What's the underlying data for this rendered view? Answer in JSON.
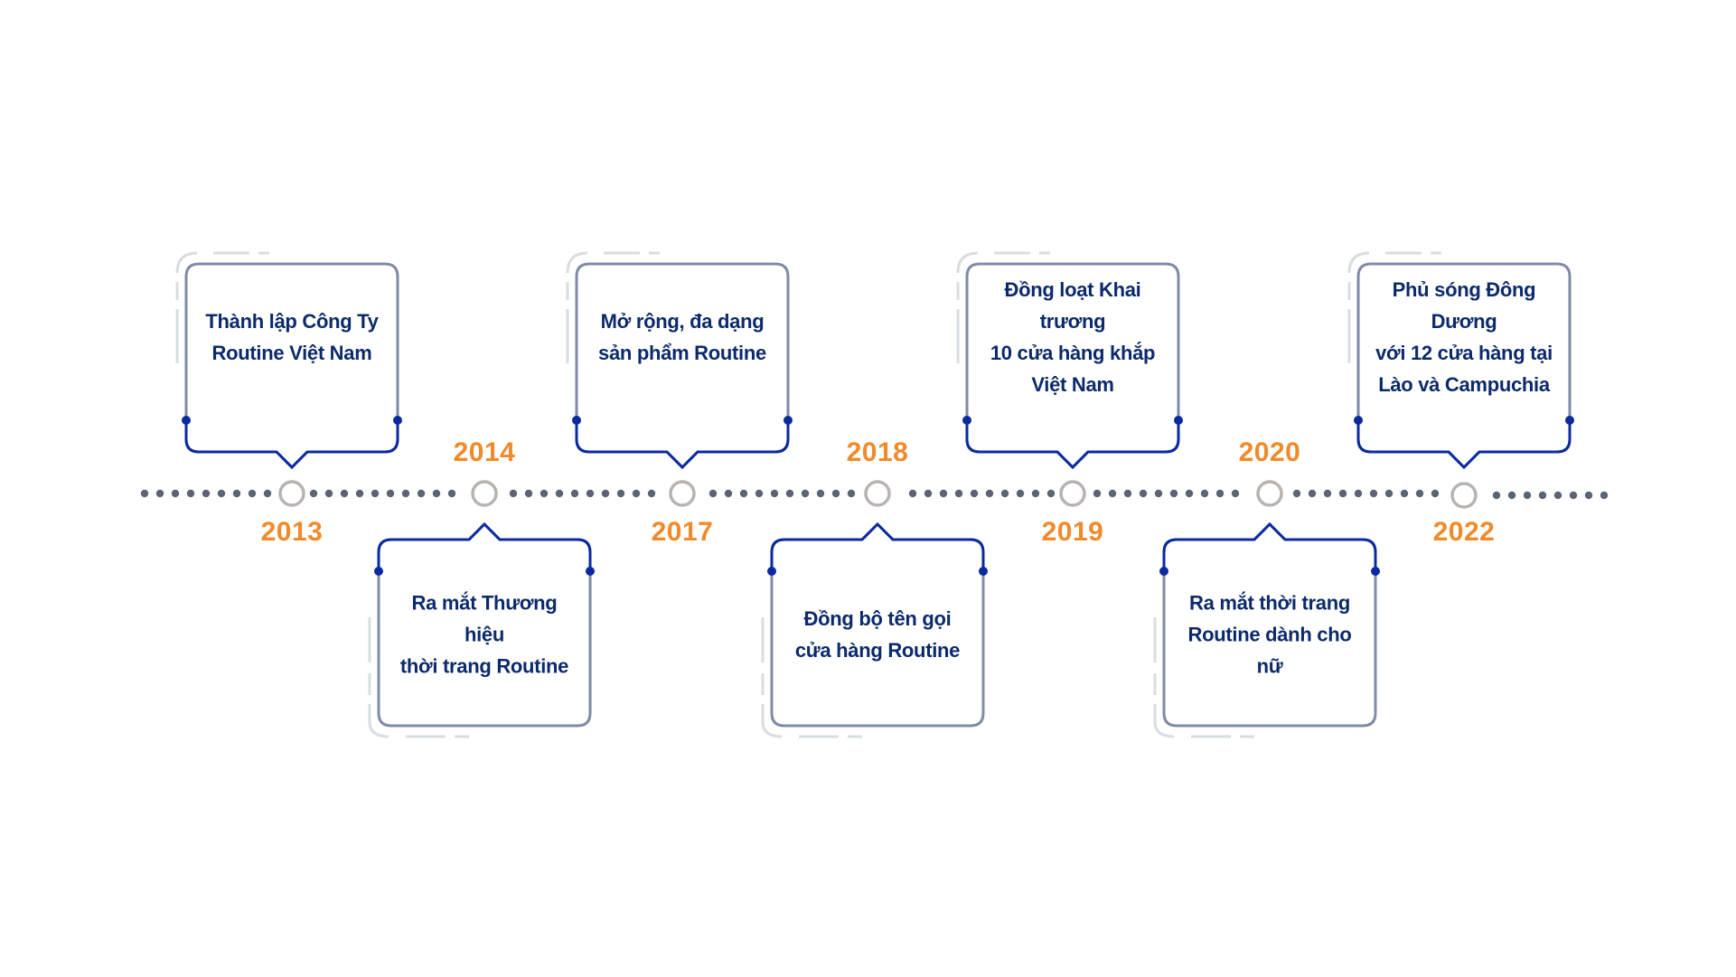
{
  "colors": {
    "card_border_dark": "#0b2aa0",
    "card_border_light": "#7f8aa8",
    "card_text": "#0b2a6b",
    "year": "#f08a2a",
    "dots": "#5a6475",
    "node_ring": "#b8b3b0",
    "decor_lines": "#d8dde2"
  },
  "milestones": [
    {
      "year": "2013",
      "position": "top",
      "lines": [
        "Thành lập Công Ty",
        "Routine Việt Nam"
      ]
    },
    {
      "year": "2014",
      "position": "bottom",
      "lines": [
        "Ra mắt Thương hiệu",
        "thời trang Routine"
      ]
    },
    {
      "year": "2017",
      "position": "top",
      "lines": [
        "Mở rộng, đa dạng",
        "sản phẩm Routine"
      ]
    },
    {
      "year": "2018",
      "position": "bottom",
      "lines": [
        "Đồng bộ tên gọi",
        "cửa hàng Routine"
      ]
    },
    {
      "year": "2019",
      "position": "top",
      "lines": [
        "Đồng loạt Khai trương",
        "10 cửa hàng khắp",
        "Việt Nam"
      ]
    },
    {
      "year": "2020",
      "position": "bottom",
      "lines": [
        "Ra mắt thời trang",
        "Routine dành cho nữ"
      ]
    },
    {
      "year": "2022",
      "position": "top",
      "lines": [
        "Phủ sóng Đông Dương",
        "với 12 cửa hàng tại",
        "Lào và Campuchia"
      ]
    }
  ]
}
